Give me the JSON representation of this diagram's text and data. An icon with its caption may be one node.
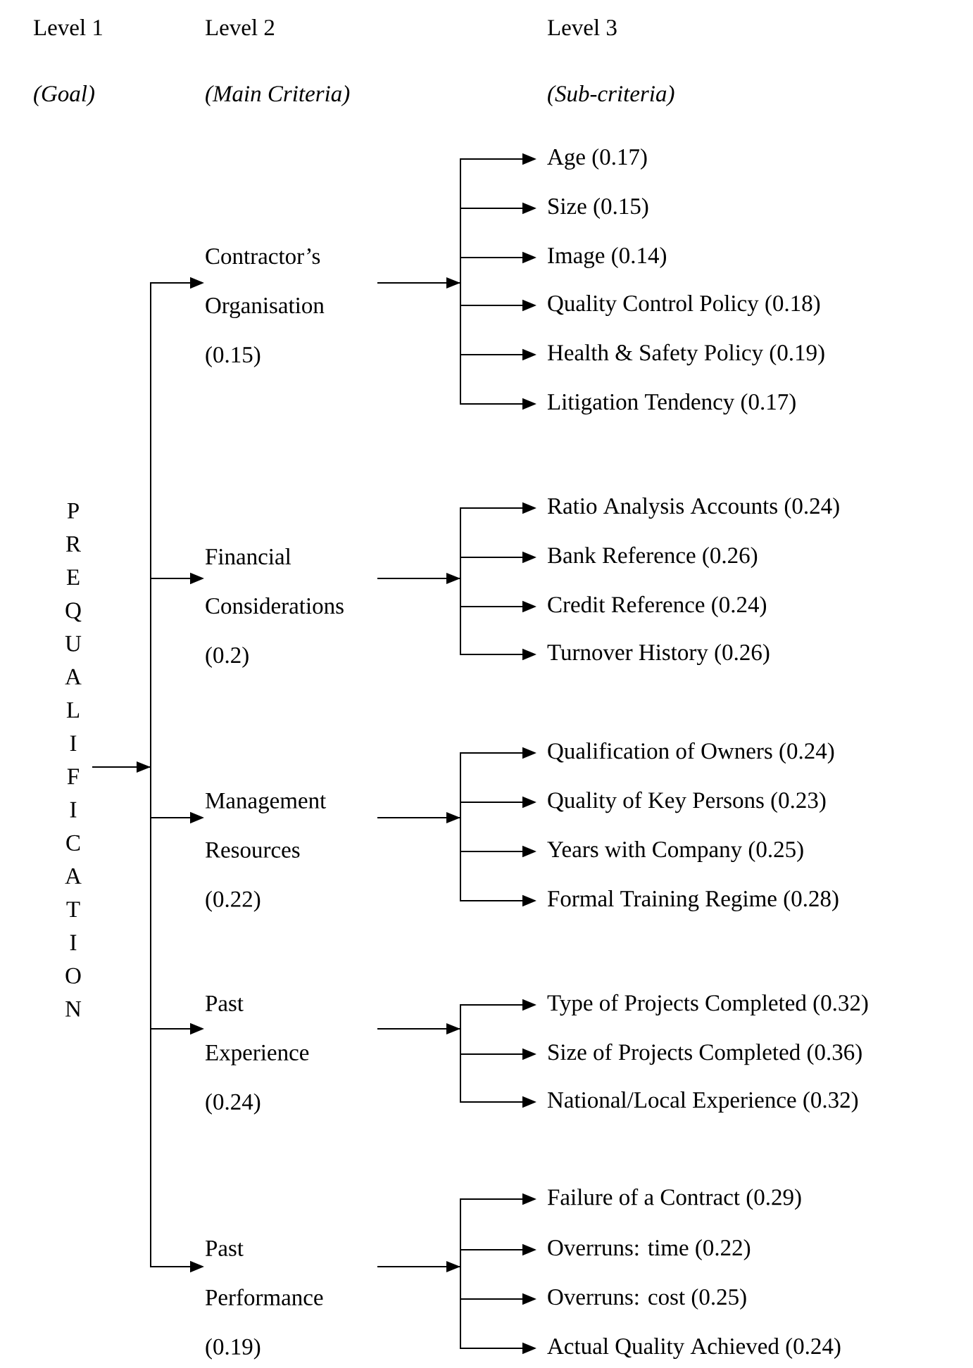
{
  "diagram": {
    "nodes": [
      {
        "text": [
          "PREQUALIFICATION"
        ]
      },
      {
        "text": [
          "Contractor’s Organisation (0.15)"
        ]
      },
      {
        "text": [
          "Financial Considerations (0.2)"
        ]
      },
      {
        "text": [
          "Management Resources (0.22)"
        ]
      },
      {
        "text": [
          "Past Experience (0.24)"
        ]
      },
      {
        "text": [
          "Past Performance (0.19)"
        ]
      },
      {
        "text": [
          "Age (0.17)"
        ]
      },
      {
        "text": [
          "Size (0.15)"
        ]
      },
      {
        "text": [
          "Image (0.14)"
        ]
      },
      {
        "text": [
          "Quality Control Policy (0.18)"
        ]
      },
      {
        "text": [
          "Health & Safety Policy (0.19)"
        ]
      },
      {
        "text": [
          "Litigation Tendency (0.17)"
        ]
      },
      {
        "text": [
          "Ratio Analysis Accounts (0.24)"
        ]
      },
      {
        "text": [
          "Bank Reference (0.26)"
        ]
      },
      {
        "text": [
          "Credit Reference (0.24)"
        ]
      },
      {
        "text": [
          "Turnover History (0.26)"
        ]
      },
      {
        "text": [
          "Qualification of Owners (0.24)"
        ]
      },
      {
        "text": [
          "Quality of Key Persons (0.23)"
        ]
      },
      {
        "text": [
          "Years with Company (0.25)"
        ]
      },
      {
        "text": [
          "Formal Training Regime (0.28)"
        ]
      },
      {
        "text": [
          "Type of Projects Completed (0.32)"
        ]
      },
      {
        "text": [
          "Size of Projects Completed (0.36)"
        ]
      },
      {
        "text": [
          "National/Local Experience (0.32)"
        ]
      },
      {
        "text": [
          "Failure of a Contract (0.29)"
        ]
      },
      {
        "text": [
          "Overruns: time (0.22)"
        ]
      },
      {
        "text": [
          "Overruns: cost (0.25)"
        ]
      },
      {
        "text": [
          "Actual Quality Achieved (0.24)"
        ]
      }
    ],
    "edges": [
      {
        "from": 0,
        "to": 1,
        "arrow": "to"
      },
      {
        "from": 0,
        "to": 2,
        "arrow": "to"
      },
      {
        "from": 0,
        "to": 3,
        "arrow": "to"
      },
      {
        "from": 0,
        "to": 4,
        "arrow": "to"
      },
      {
        "from": 0,
        "to": 5,
        "arrow": "to"
      },
      {
        "from": 1,
        "to": 6,
        "arrow": "to"
      },
      {
        "from": 1,
        "to": 7,
        "arrow": "to"
      },
      {
        "from": 1,
        "to": 8,
        "arrow": "to"
      },
      {
        "from": 1,
        "to": 9,
        "arrow": "to"
      },
      {
        "from": 1,
        "to": 10,
        "arrow": "to"
      },
      {
        "from": 1,
        "to": 11,
        "arrow": "to"
      },
      {
        "from": 2,
        "to": 12,
        "arrow": "to"
      },
      {
        "from": 2,
        "to": 13,
        "arrow": "to"
      },
      {
        "from": 2,
        "to": 14,
        "arrow": "to"
      },
      {
        "from": 2,
        "to": 15,
        "arrow": "to"
      },
      {
        "from": 3,
        "to": 16,
        "arrow": "to"
      },
      {
        "from": 3,
        "to": 17,
        "arrow": "to"
      },
      {
        "from": 3,
        "to": 18,
        "arrow": "to"
      },
      {
        "from": 3,
        "to": 19,
        "arrow": "to"
      },
      {
        "from": 4,
        "to": 20,
        "arrow": "to"
      },
      {
        "from": 4,
        "to": 21,
        "arrow": "to"
      },
      {
        "from": 4,
        "to": 22,
        "arrow": "to"
      },
      {
        "from": 5,
        "to": 23,
        "arrow": "to"
      },
      {
        "from": 5,
        "to": 24,
        "arrow": "to"
      },
      {
        "from": 5,
        "to": 25,
        "arrow": "to"
      },
      {
        "from": 5,
        "to": 26,
        "arrow": "to"
      }
    ],
    "labels": [
      "Level 1",
      "Level 2",
      "Level 3",
      "(Goal)",
      "(Main Criteria)",
      "(Sub-criteria)"
    ]
  }
}
